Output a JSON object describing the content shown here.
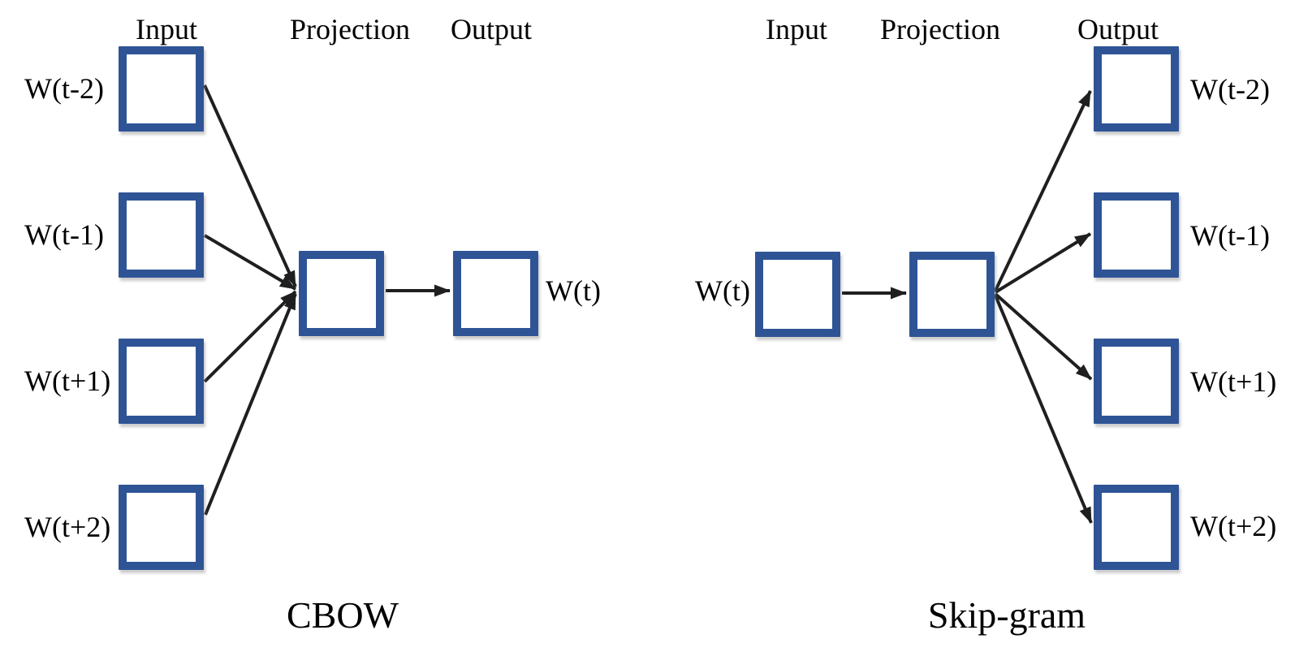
{
  "colors": {
    "box_border": "#2F5496",
    "arrow": "#1F1F1F",
    "text": "#000000",
    "background": "#FFFFFF"
  },
  "cbow": {
    "title": "CBOW",
    "headers": {
      "input": "Input",
      "projection": "Projection",
      "output": "Output"
    },
    "input_labels": [
      "W(t-2)",
      "W(t-1)",
      "W(t+1)",
      "W(t+2)"
    ],
    "output_label": "W(t)"
  },
  "skipgram": {
    "title": "Skip-gram",
    "headers": {
      "input": "Input",
      "projection": "Projection",
      "output": "Output"
    },
    "input_label": "W(t)",
    "output_labels": [
      "W(t-2)",
      "W(t-1)",
      "W(t+1)",
      "W(t+2)"
    ]
  }
}
